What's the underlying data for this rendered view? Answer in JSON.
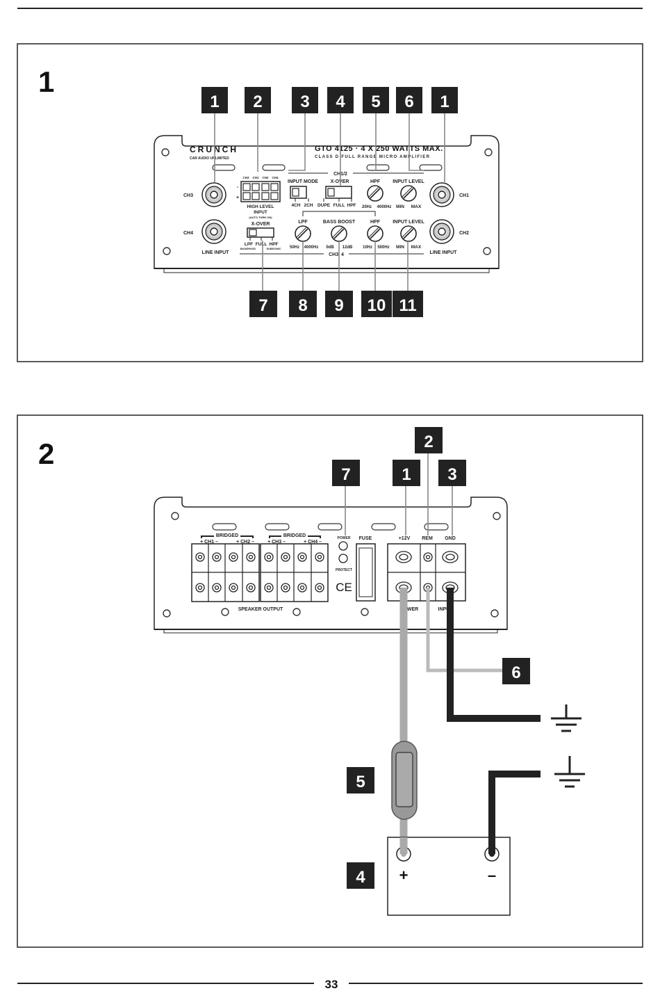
{
  "page_number": "33",
  "figures": [
    {
      "number": "1",
      "callouts_top": [
        "1",
        "2",
        "3",
        "4",
        "5",
        "6",
        "1"
      ],
      "callouts_bottom": [
        "7",
        "8",
        "9",
        "10",
        "11"
      ],
      "panel": {
        "brand": "CRUNCH",
        "brand_sub": "CAR AUDIO UNLIMITED",
        "model": "GTO 4125 · 4 X 250 WATTS MAX.",
        "model_sub": "CLASS D FULL RANGE MICRO AMPLIFIER",
        "group_top": "CH1/2",
        "group_bottom": "CH3, 4",
        "ch3": "CH3",
        "ch4": "CH4",
        "ch1": "CH1",
        "ch2": "CH2",
        "line_input_left": "LINE INPUT",
        "line_input_right": "LINE INPUT",
        "hl_channels": [
          "CH3",
          "CH1",
          "CH2",
          "CH4"
        ],
        "hl_minus": "-",
        "hl_plus": "+",
        "high_level_input": "HIGH LEVEL",
        "high_level_input2": "INPUT",
        "auto_turn_on": "(AUTO TURN ON)",
        "input_mode": "INPUT MODE",
        "input_mode_opts": [
          "4CH",
          "2CH"
        ],
        "xover_top": "X-OVER",
        "xover_top_opts": [
          "DUPE",
          "FULL",
          "HPF"
        ],
        "hpf_top": "HPF",
        "hpf_top_range": [
          "20Hz",
          "4000Hz"
        ],
        "input_level_top": "INPUT LEVEL",
        "input_level_top_range": [
          "MIN",
          "MAX"
        ],
        "xover_bottom": "X-OVER",
        "xover_bottom_opts": [
          "LPF",
          "FULL",
          "HPF"
        ],
        "xover_bottom_sub": [
          "BANDPASS",
          "SUBSONIC"
        ],
        "lpf": "LPF",
        "lpf_range": [
          "50Hz",
          "4000Hz"
        ],
        "bass_boost": "BASS BOOST",
        "bass_boost_range": [
          "0dB",
          "12dB"
        ],
        "hpf_bottom": "HPF",
        "hpf_bottom_range": [
          "10Hz",
          "500Hz"
        ],
        "input_level_bottom": "INPUT LEVEL",
        "input_level_bottom_range": [
          "MIN",
          "MAX"
        ]
      }
    },
    {
      "number": "2",
      "callouts": {
        "c7": "7",
        "c1": "1",
        "c2": "2",
        "c3": "3",
        "c6": "6",
        "c5": "5",
        "c4": "4"
      },
      "panel": {
        "bridged_left": "BRIDGED",
        "bridged_right": "BRIDGED",
        "ch1": "+ CH1 –",
        "ch2": "+ CH2 –",
        "ch3": "+ CH3 –",
        "ch4": "+ CH4 –",
        "speaker_output": "SPEAKER  OUTPUT",
        "power_led": "POWER",
        "protect_led": "PROTECT",
        "ce": "CE",
        "fuse": "FUSE",
        "plus12v": "+12V",
        "rem": "REM",
        "gnd": "GND",
        "power_input_left": "POWER",
        "power_input_right": "INPUT"
      },
      "battery": {
        "plus": "+",
        "minus": "–"
      }
    }
  ]
}
